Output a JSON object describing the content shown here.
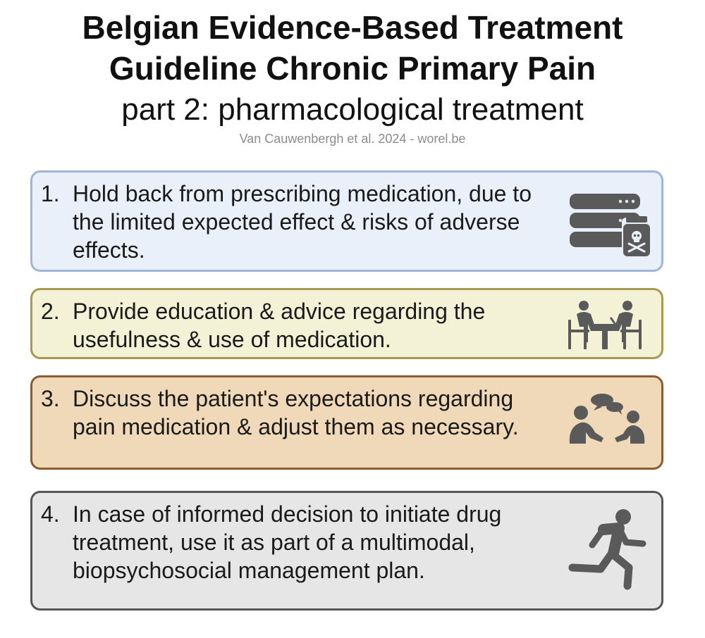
{
  "header": {
    "title_line_1": "Belgian Evidence-Based Treatment",
    "title_line_2": "Guideline Chronic Primary Pain",
    "subtitle": "part 2: pharmacological treatment",
    "source": "Van Cauwenbergh et al. 2024 - worel.be"
  },
  "colors": {
    "card_1_bg": "#e9f0f9",
    "card_1_border": "#9fb5d8",
    "card_2_bg": "#f4f2d6",
    "card_2_border": "#a69a52",
    "card_3_bg": "#f0d9b8",
    "card_3_border": "#8c5b30",
    "card_4_bg": "#e6e6e6",
    "card_4_border": "#555555",
    "icon": "#5a5a5a"
  },
  "recommendations": [
    {
      "number": "1.",
      "text": "Hold back from prescribing medication, due to the limited expected effect & risks of adverse effects.",
      "icon": "database-poison-icon"
    },
    {
      "number": "2.",
      "text": "Provide education & advice regarding the usefulness & use of medication.",
      "icon": "consultation-table-icon"
    },
    {
      "number": "3.",
      "text": "Discuss the patient's expectations regarding pain medication & adjust them as necessary.",
      "icon": "conversation-icon"
    },
    {
      "number": "4.",
      "text": "In case of informed decision to initiate drug treatment, use it as part of a multimodal, biopsychosocial management plan.",
      "icon": "running-person-icon"
    }
  ]
}
